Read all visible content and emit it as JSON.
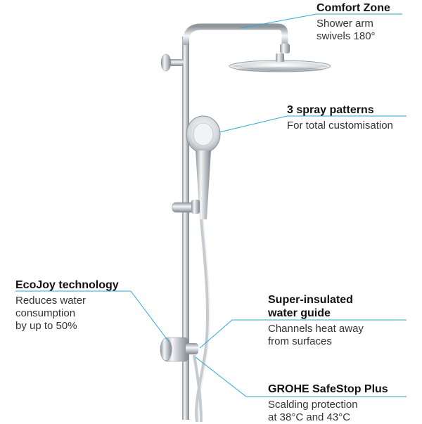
{
  "callouts": {
    "comfort_zone": {
      "title": "Comfort Zone",
      "desc_lines": [
        "Shower arm",
        "swivels 180°"
      ]
    },
    "spray_patterns": {
      "title": "3 spray patterns",
      "desc_lines": [
        "For total customisation"
      ]
    },
    "ecojoy": {
      "title": "EcoJoy technology",
      "desc_lines": [
        "Reduces water",
        "consumption",
        "by up to 50%"
      ]
    },
    "insulated": {
      "title_lines": [
        "Super-insulated",
        "water guide"
      ],
      "desc_lines": [
        "Channels heat away",
        "from surfaces"
      ]
    },
    "safestop": {
      "title": "GROHE SafeStop Plus",
      "desc_lines": [
        "Scalding protection",
        "at 38°C and 43°C"
      ]
    }
  },
  "colors": {
    "leader_line": "#2aa7d6",
    "chrome": "#c9ced3"
  }
}
